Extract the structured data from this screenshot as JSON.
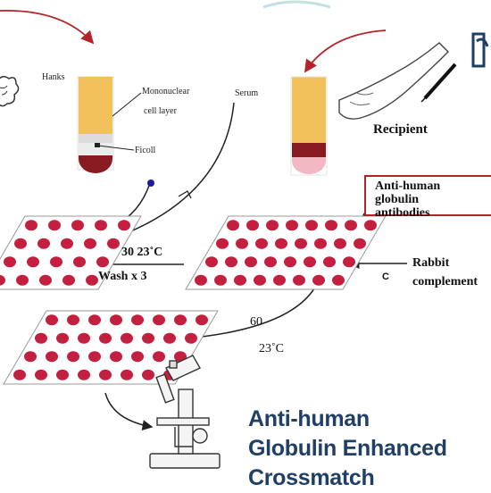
{
  "labels": {
    "hanks": "Hanks",
    "mononuclear": "Mononuclear",
    "cell_layer": "cell layer",
    "ficoll": "Ficoll",
    "serum": "Serum",
    "recipient": "Recipient",
    "anti_human_box": [
      "Anti-human",
      "globulin",
      "antibodies"
    ],
    "incubation_1": "30  23˚C",
    "wash": "Wash x 3",
    "rabbit_complement": [
      "Rabbit",
      "complement"
    ],
    "c_mark": "C",
    "incubation_2_time": "60",
    "incubation_2_temp": "23˚C"
  },
  "title_lines": [
    "Anti-human",
    "Globulin Enhanced",
    "Crossmatch"
  ],
  "colors": {
    "arrow_red": "#b4222a",
    "well": "#c3203f",
    "tube_serum_yellow": "#f3c15c",
    "tube_blood": "#8a1a22",
    "tube_pink": "#f2b8c4",
    "title_navy": "#1f3f66"
  },
  "icons": [
    "brain-icon",
    "arm-icon",
    "microscope-icon",
    "syringe-icon"
  ]
}
